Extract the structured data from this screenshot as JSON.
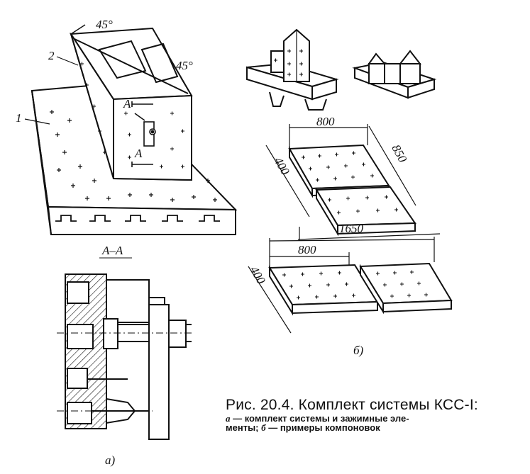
{
  "figure": {
    "labels": {
      "angle_top": "45°",
      "angle_right": "45°",
      "part_1": "1",
      "part_2": "2",
      "section_mark_top": "A",
      "section_mark_bottom": "A",
      "section_title": "А–А",
      "sub_a": "а)",
      "sub_b": "б)"
    },
    "dimensions": {
      "plate_width": "800",
      "plate_depth": "400",
      "diagonal": "850",
      "combined_length": "1650",
      "plate_width_2": "800",
      "plate_depth_2": "400"
    }
  },
  "caption": {
    "title": "Рис. 20.4. Комплект системы КСС-I:",
    "line_a_letter": "а",
    "line_a_text": " — комплект системы и зажимные эле-",
    "line_a2_text": "менты; ",
    "line_b_letter": "б",
    "line_b_text": " — примеры компоновок"
  }
}
